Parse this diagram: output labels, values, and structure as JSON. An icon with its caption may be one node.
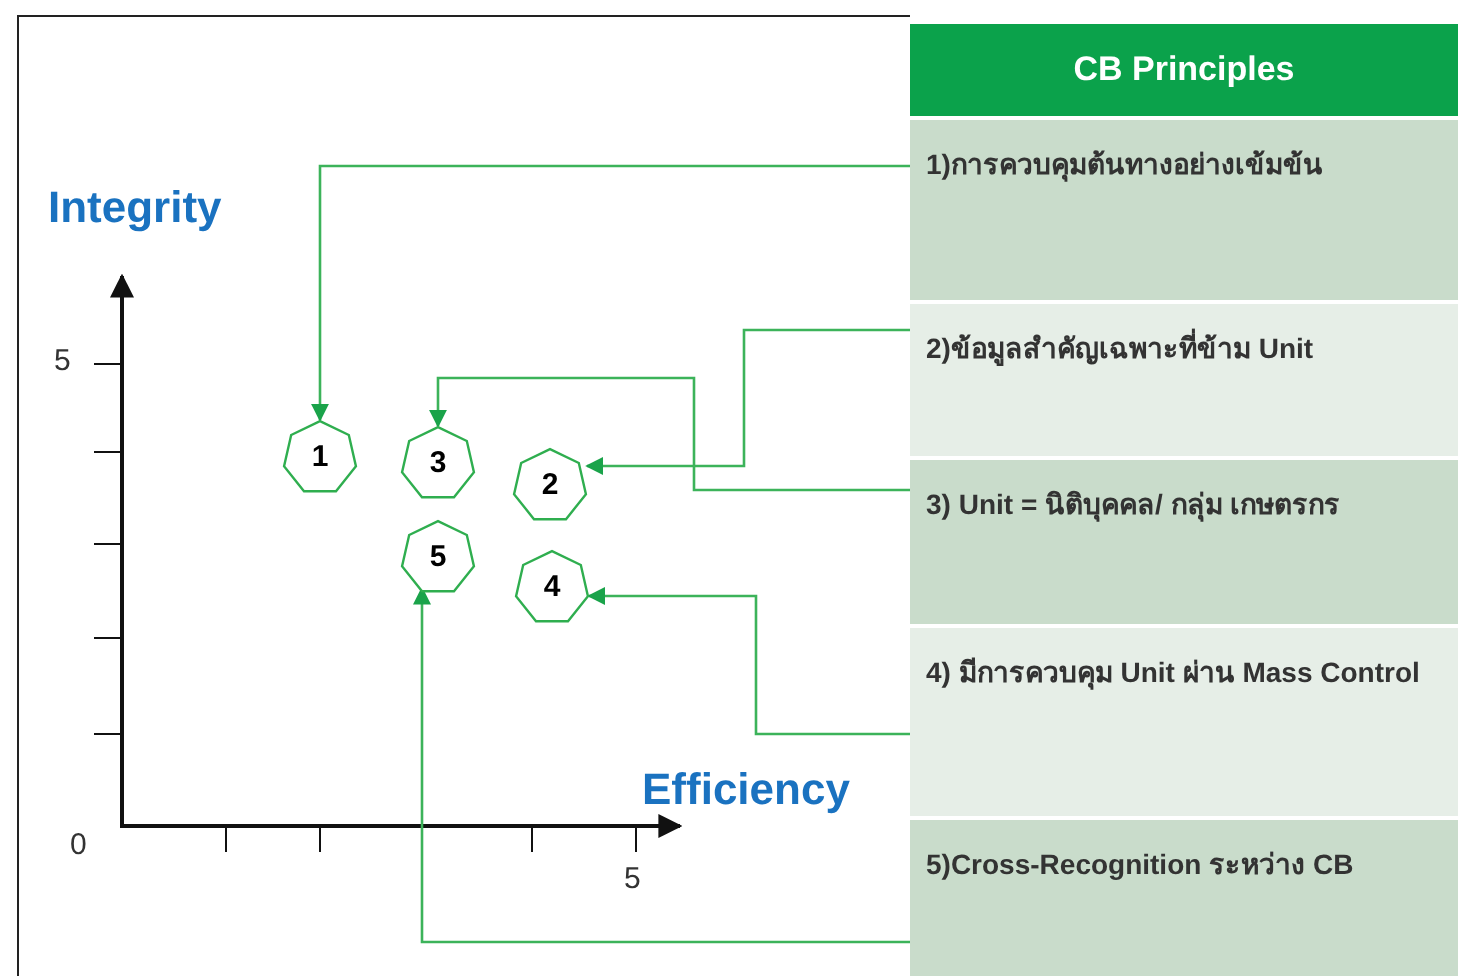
{
  "diagram": {
    "nodes": [
      {
        "text": [
          "CB Principles"
        ]
      },
      {
        "text": [
          "1)การควบคุมต้นทางอย่างเข้มข้น"
        ]
      },
      {
        "text": [
          "2)ข้อมูลสำคัญเฉพาะที่ข้าม Unit"
        ]
      },
      {
        "text": [
          "3) Unit = นิติบุคคล/ กลุ่ม เกษตรกร"
        ]
      },
      {
        "text": [
          "4) มีการควบคุม Unit ผ่าน Mass Control"
        ]
      },
      {
        "text": [
          "5)Cross-Recognition ระหว่าง CB"
        ]
      },
      {
        "text": [
          "1"
        ]
      },
      {
        "text": [
          "2"
        ]
      },
      {
        "text": [
          "3"
        ]
      },
      {
        "text": [
          "4"
        ]
      },
      {
        "text": [
          "5"
        ]
      }
    ],
    "edges": [
      {
        "from": 1,
        "to": 6,
        "arrow": "to"
      },
      {
        "from": 2,
        "to": 7,
        "arrow": "to"
      },
      {
        "from": 3,
        "to": 8,
        "arrow": "to"
      },
      {
        "from": 4,
        "to": 9,
        "arrow": "to"
      },
      {
        "from": 5,
        "to": 10,
        "arrow": "to"
      }
    ],
    "labels": [
      "Integrity",
      "5",
      "Efficiency",
      "0",
      "5"
    ]
  }
}
